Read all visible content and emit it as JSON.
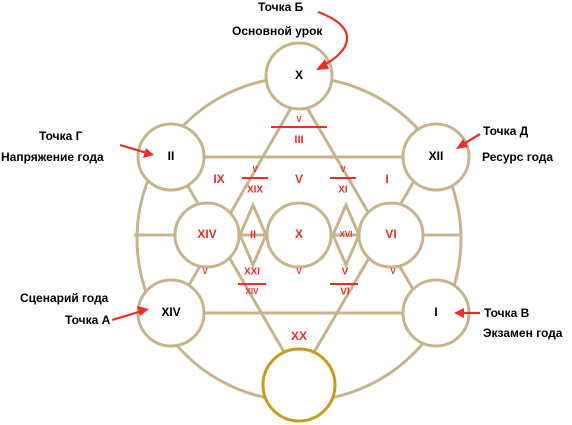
{
  "nodes": {
    "top": "X",
    "upper_left": "II",
    "upper_right": "XII",
    "lower_left": "XIV",
    "lower_right": "I",
    "bottom": "",
    "inner_left": "XIV",
    "inner_center": "X",
    "inner_right": "VI"
  },
  "regions": {
    "top_small": "V",
    "top": "III",
    "left": "IX",
    "right": "I",
    "upper_center": "V",
    "left_inner_small": "XIX",
    "left_inner_v": "V",
    "right_inner_small": "XI",
    "right_inner_v": "V",
    "left_diamond": "II",
    "right_diamond": "XVI",
    "lower_left_v": "V",
    "lower_right_v": "V",
    "lower_center_v": "V",
    "lower_left_xxi": "XXI",
    "lower_left_xiv": "XIV",
    "lower_right_v2": "V",
    "lower_right_vi": "VI",
    "bottom": "XX"
  },
  "callouts": {
    "b_point": "Точка Б",
    "b_label": "Основной урок",
    "g_point": "Точка Г",
    "g_label": "Напряжение года",
    "d_point": "Точка Д",
    "d_label": "Ресурс года",
    "a_label": "Сценарий года",
    "a_point": "Точка А",
    "v_point": "Точка В",
    "v_label": "Экзамен года"
  },
  "colors": {
    "line": "#c8b48c",
    "accent_red": "#e8302a",
    "bottom_circle": "#c89a1e"
  }
}
